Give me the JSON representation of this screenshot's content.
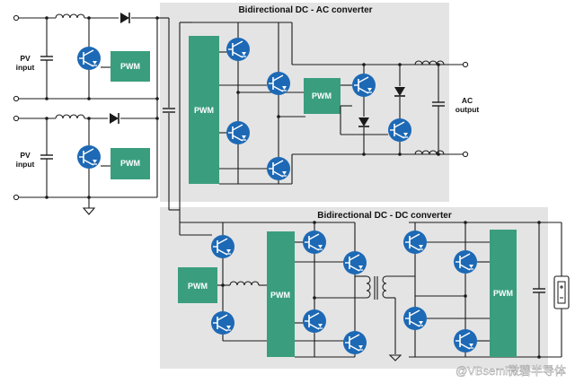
{
  "colors": {
    "accent_green": "#3a9e7e",
    "transistor_blue": "#1d69b5",
    "panel_gray": "#e4e4e4",
    "wire": "#1a1a1a"
  },
  "titles": {
    "dc_ac": "Bidirectional DC - AC converter",
    "dc_dc": "Bidirectional DC - DC converter"
  },
  "labels": {
    "pv_input_1": [
      "PV",
      "input"
    ],
    "pv_input_2": [
      "PV",
      "input"
    ],
    "ac_output": [
      "AC",
      "output"
    ]
  },
  "blocks": {
    "pwm": "PWM"
  },
  "icons": {
    "transistor": "igbt-transistor-icon",
    "diode": "diode-icon",
    "inductor": "inductor-icon",
    "capacitor": "capacitor-icon",
    "transformer": "transformer-icon",
    "ground": "ground-icon",
    "battery": "battery-icon"
  },
  "watermark": "@VBsemi微碧半导体"
}
